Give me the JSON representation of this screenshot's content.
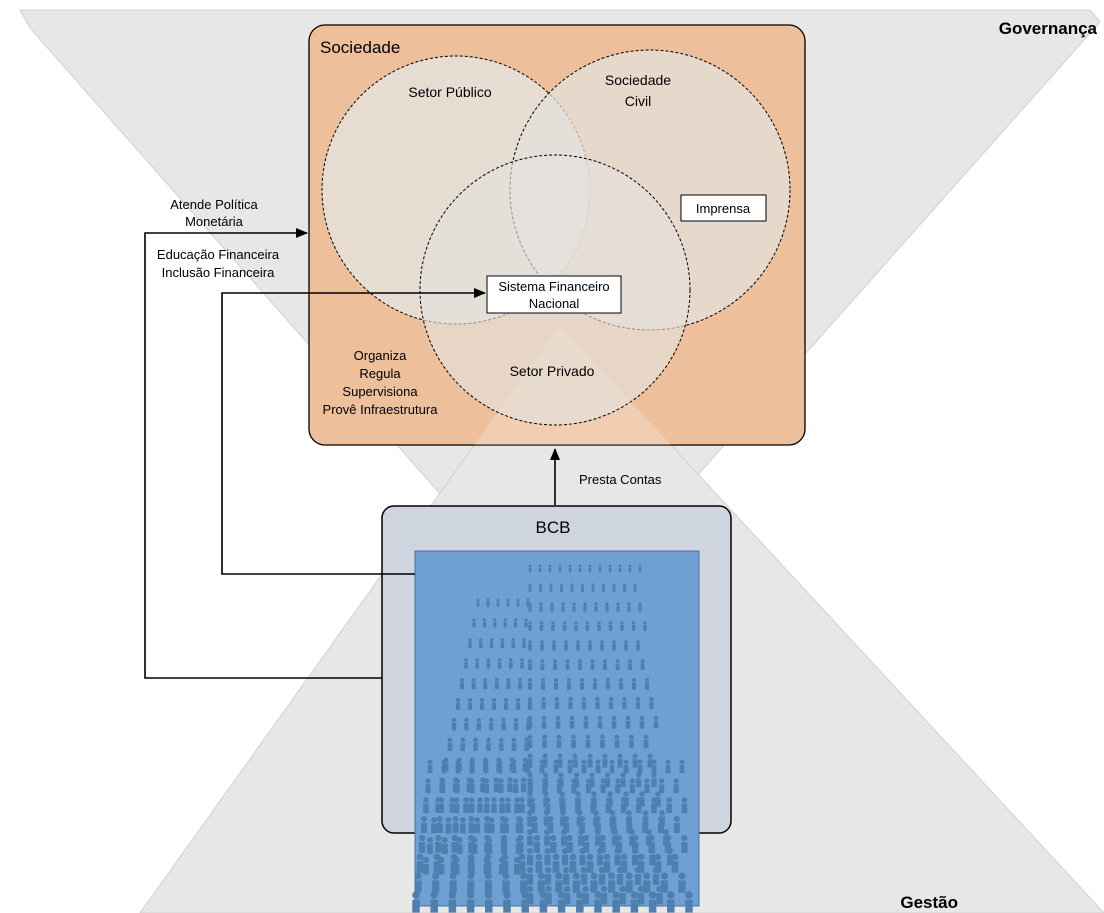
{
  "labels": {
    "governanca": "Governança",
    "gestao": "Gestão",
    "sociedade": "Sociedade",
    "setor_publico": "Setor Público",
    "sociedade_civil_line1": "Sociedade",
    "sociedade_civil_line2": "Civil",
    "setor_privado": "Setor Privado",
    "imprensa": "Imprensa",
    "sfn_line1": "Sistema Financeiro",
    "sfn_line2": "Nacional",
    "bcb": "BCB",
    "presta_contas": "Presta Contas",
    "atende_line1": "Atende Política",
    "atende_line2": "Monetária",
    "educacao": "Educação Financeira",
    "inclusao": "Inclusão Financeira",
    "organiza": "Organiza",
    "regula": "Regula",
    "supervisiona": "Supervisiona",
    "prove": "Provê Infraestrutura"
  },
  "colors": {
    "hourglass": "#e7e7e7",
    "sociedade_fill": "#edbf9b",
    "circle_fill": "#e4e0dc",
    "bcb_fill": "#cfd5de",
    "building_fill": "#6f9fd3",
    "people": "#4f7fae"
  },
  "icons": {
    "building": "building-of-people-icon"
  }
}
